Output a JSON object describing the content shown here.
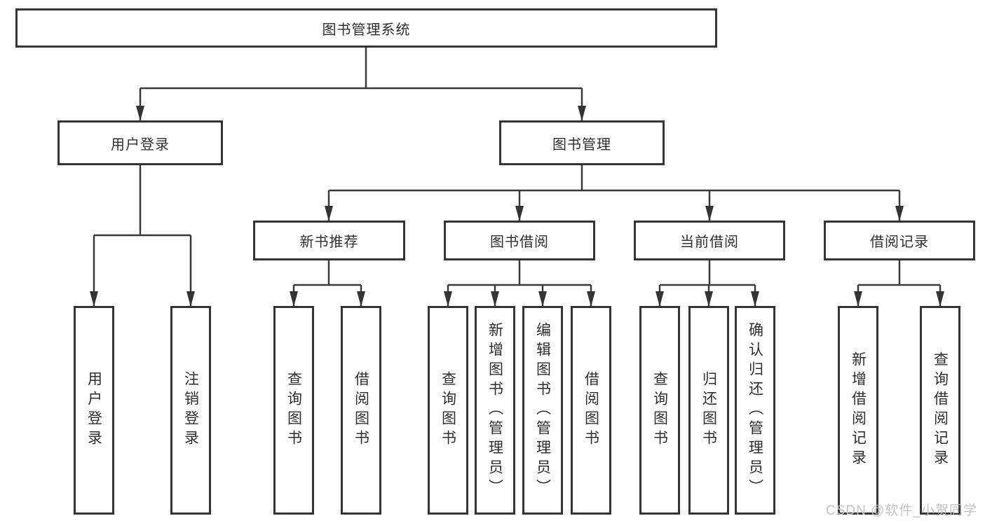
{
  "diagram_title": "图书管理系统",
  "colors": {
    "line": "#3a3a3a",
    "box_border": "#343434",
    "text": "#2f2f2f",
    "watermark": "#c3c3c3",
    "background": "#ffffff"
  },
  "nodes": {
    "root": "图书管理系统",
    "user_login": "用户登录",
    "book_mgmt": "图书管理",
    "new_books": "新书推荐",
    "book_borrow": "图书借阅",
    "current_borrow": "当前借阅",
    "borrow_records": "借阅记录",
    "leaves": {
      "user_login": [
        "用户登录",
        "注销登录"
      ],
      "new_books": [
        "查询图书",
        "借阅图书"
      ],
      "book_borrow": [
        "查询图书",
        "新增图书（管理员）",
        "编辑图书（管理员）",
        "借阅图书"
      ],
      "current_borrow": [
        "查询图书",
        "归还图书",
        "确认归还（管理员）"
      ],
      "borrow_records": [
        "新增借阅记录",
        "查询借阅记录"
      ]
    }
  },
  "watermark": "CSDN @软件_小贺同学"
}
